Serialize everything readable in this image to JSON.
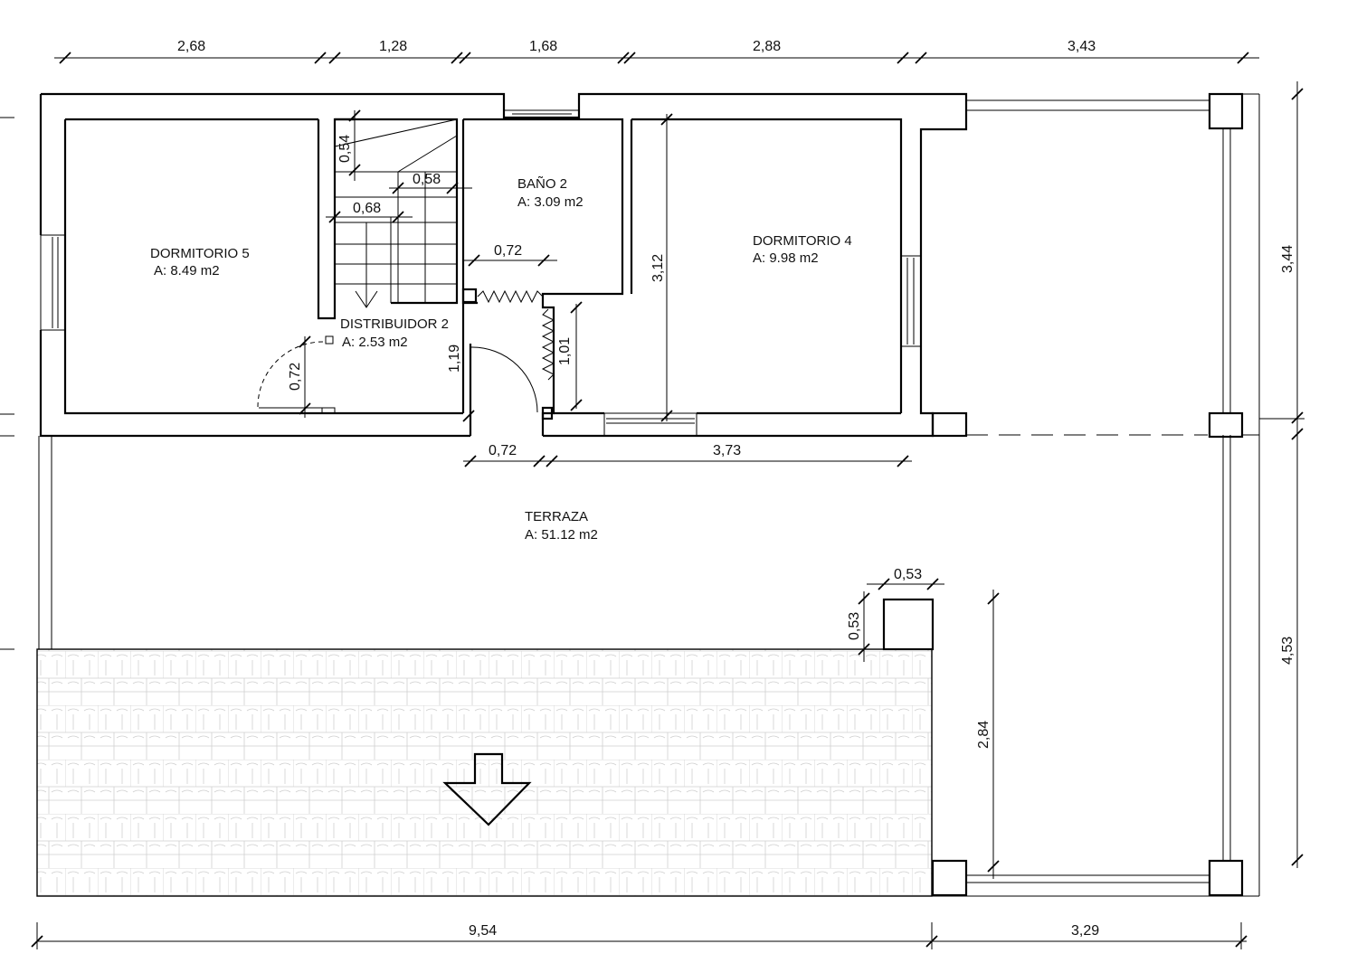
{
  "dimensions": {
    "top": [
      "2,68",
      "1,28",
      "1,68",
      "2,88",
      "3,43"
    ],
    "bottom": [
      "9,54",
      "3,29"
    ],
    "right": [
      "3,44",
      "4,53"
    ],
    "stair_riser": "0,54",
    "stair_tread": "0,58",
    "stair_width": "0,68",
    "bath_door": "0,72",
    "bath_door_height": "1,01",
    "dorm4_height": "3,12",
    "dist_height": "1,19",
    "dorm5_door": "0,72",
    "entry_door": "0,72",
    "dorm4_width": "3,73",
    "pillar_w": "0,53",
    "pillar_h": "0,53",
    "pergola_height": "2,84"
  },
  "rooms": {
    "dormitorio5": {
      "name": "DORMITORIO 5",
      "area": "A: 8.49 m2"
    },
    "distribuidor2": {
      "name": "DISTRIBUIDOR 2",
      "area": "A: 2.53 m2"
    },
    "bano2": {
      "name": "BAÑO 2",
      "area": "A: 3.09 m2"
    },
    "dormitorio4": {
      "name": "DORMITORIO 4",
      "area": "A: 9.98 m2"
    },
    "terraza": {
      "name": "TERRAZA",
      "area": "A: 51.12 m2"
    }
  }
}
